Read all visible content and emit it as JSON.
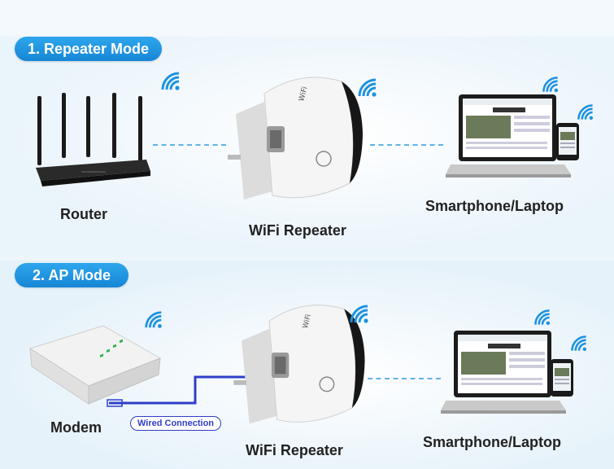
{
  "section1": {
    "title": "1. Repeater Mode",
    "router_label": "Router",
    "repeater_label": "WiFi Repeater",
    "client_label": "Smartphone/Laptop"
  },
  "section2": {
    "title": "2. AP Mode",
    "modem_label": "Modem",
    "wired_label": "Wired Connection",
    "repeater_label": "WiFi Repeater",
    "client_label": "Smartphone/Laptop"
  },
  "colors": {
    "accent": "#1d92e0",
    "dashed_link": "#5fb4e6",
    "wired_link": "#2f3ec9",
    "wifi_icon": "#1d92e0"
  },
  "icons": [
    "wifi-icon",
    "router-icon",
    "repeater-icon",
    "laptop-icon",
    "smartphone-icon",
    "modem-icon"
  ]
}
